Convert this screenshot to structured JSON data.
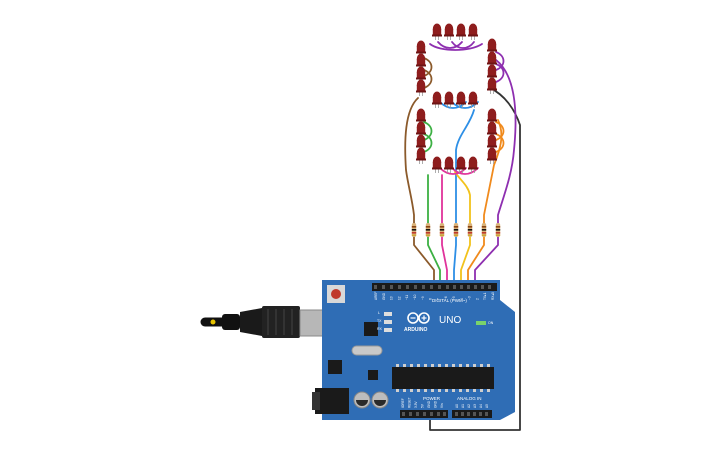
{
  "board": {
    "name": "UNO",
    "brand": "ARDUINO",
    "digital_label": "DIGITAL (PWM~)",
    "analog_label": "ANALOG IN",
    "power_label": "POWER",
    "on_label": "ON",
    "tx_label": "TX",
    "rx_label": "RX",
    "l_label": "L",
    "digital_pins": [
      "AREF",
      "GND",
      "13",
      "12",
      "~11",
      "~10",
      "~9",
      "8",
      "7",
      "~6",
      "~5",
      "4",
      "~3",
      "2",
      "TX▸1",
      "RX◂0"
    ],
    "power_pins": [
      "IOREF",
      "RESET",
      "3.3V",
      "5V",
      "GND",
      "GND",
      "Vin"
    ],
    "analog_pins": [
      "A0",
      "A1",
      "A2",
      "A3",
      "A4",
      "A5"
    ]
  },
  "colors": {
    "board": "#2f6db5",
    "led": "#8e1d1d",
    "wire_brown": "#8b5a2b",
    "wire_green": "#3cb043",
    "wire_pink": "#e0339b",
    "wire_blue": "#2d8fe6",
    "wire_yellow": "#f2c21b",
    "wire_orange": "#f08a1c",
    "wire_purple": "#8e2fb0",
    "wire_black": "#333333"
  }
}
